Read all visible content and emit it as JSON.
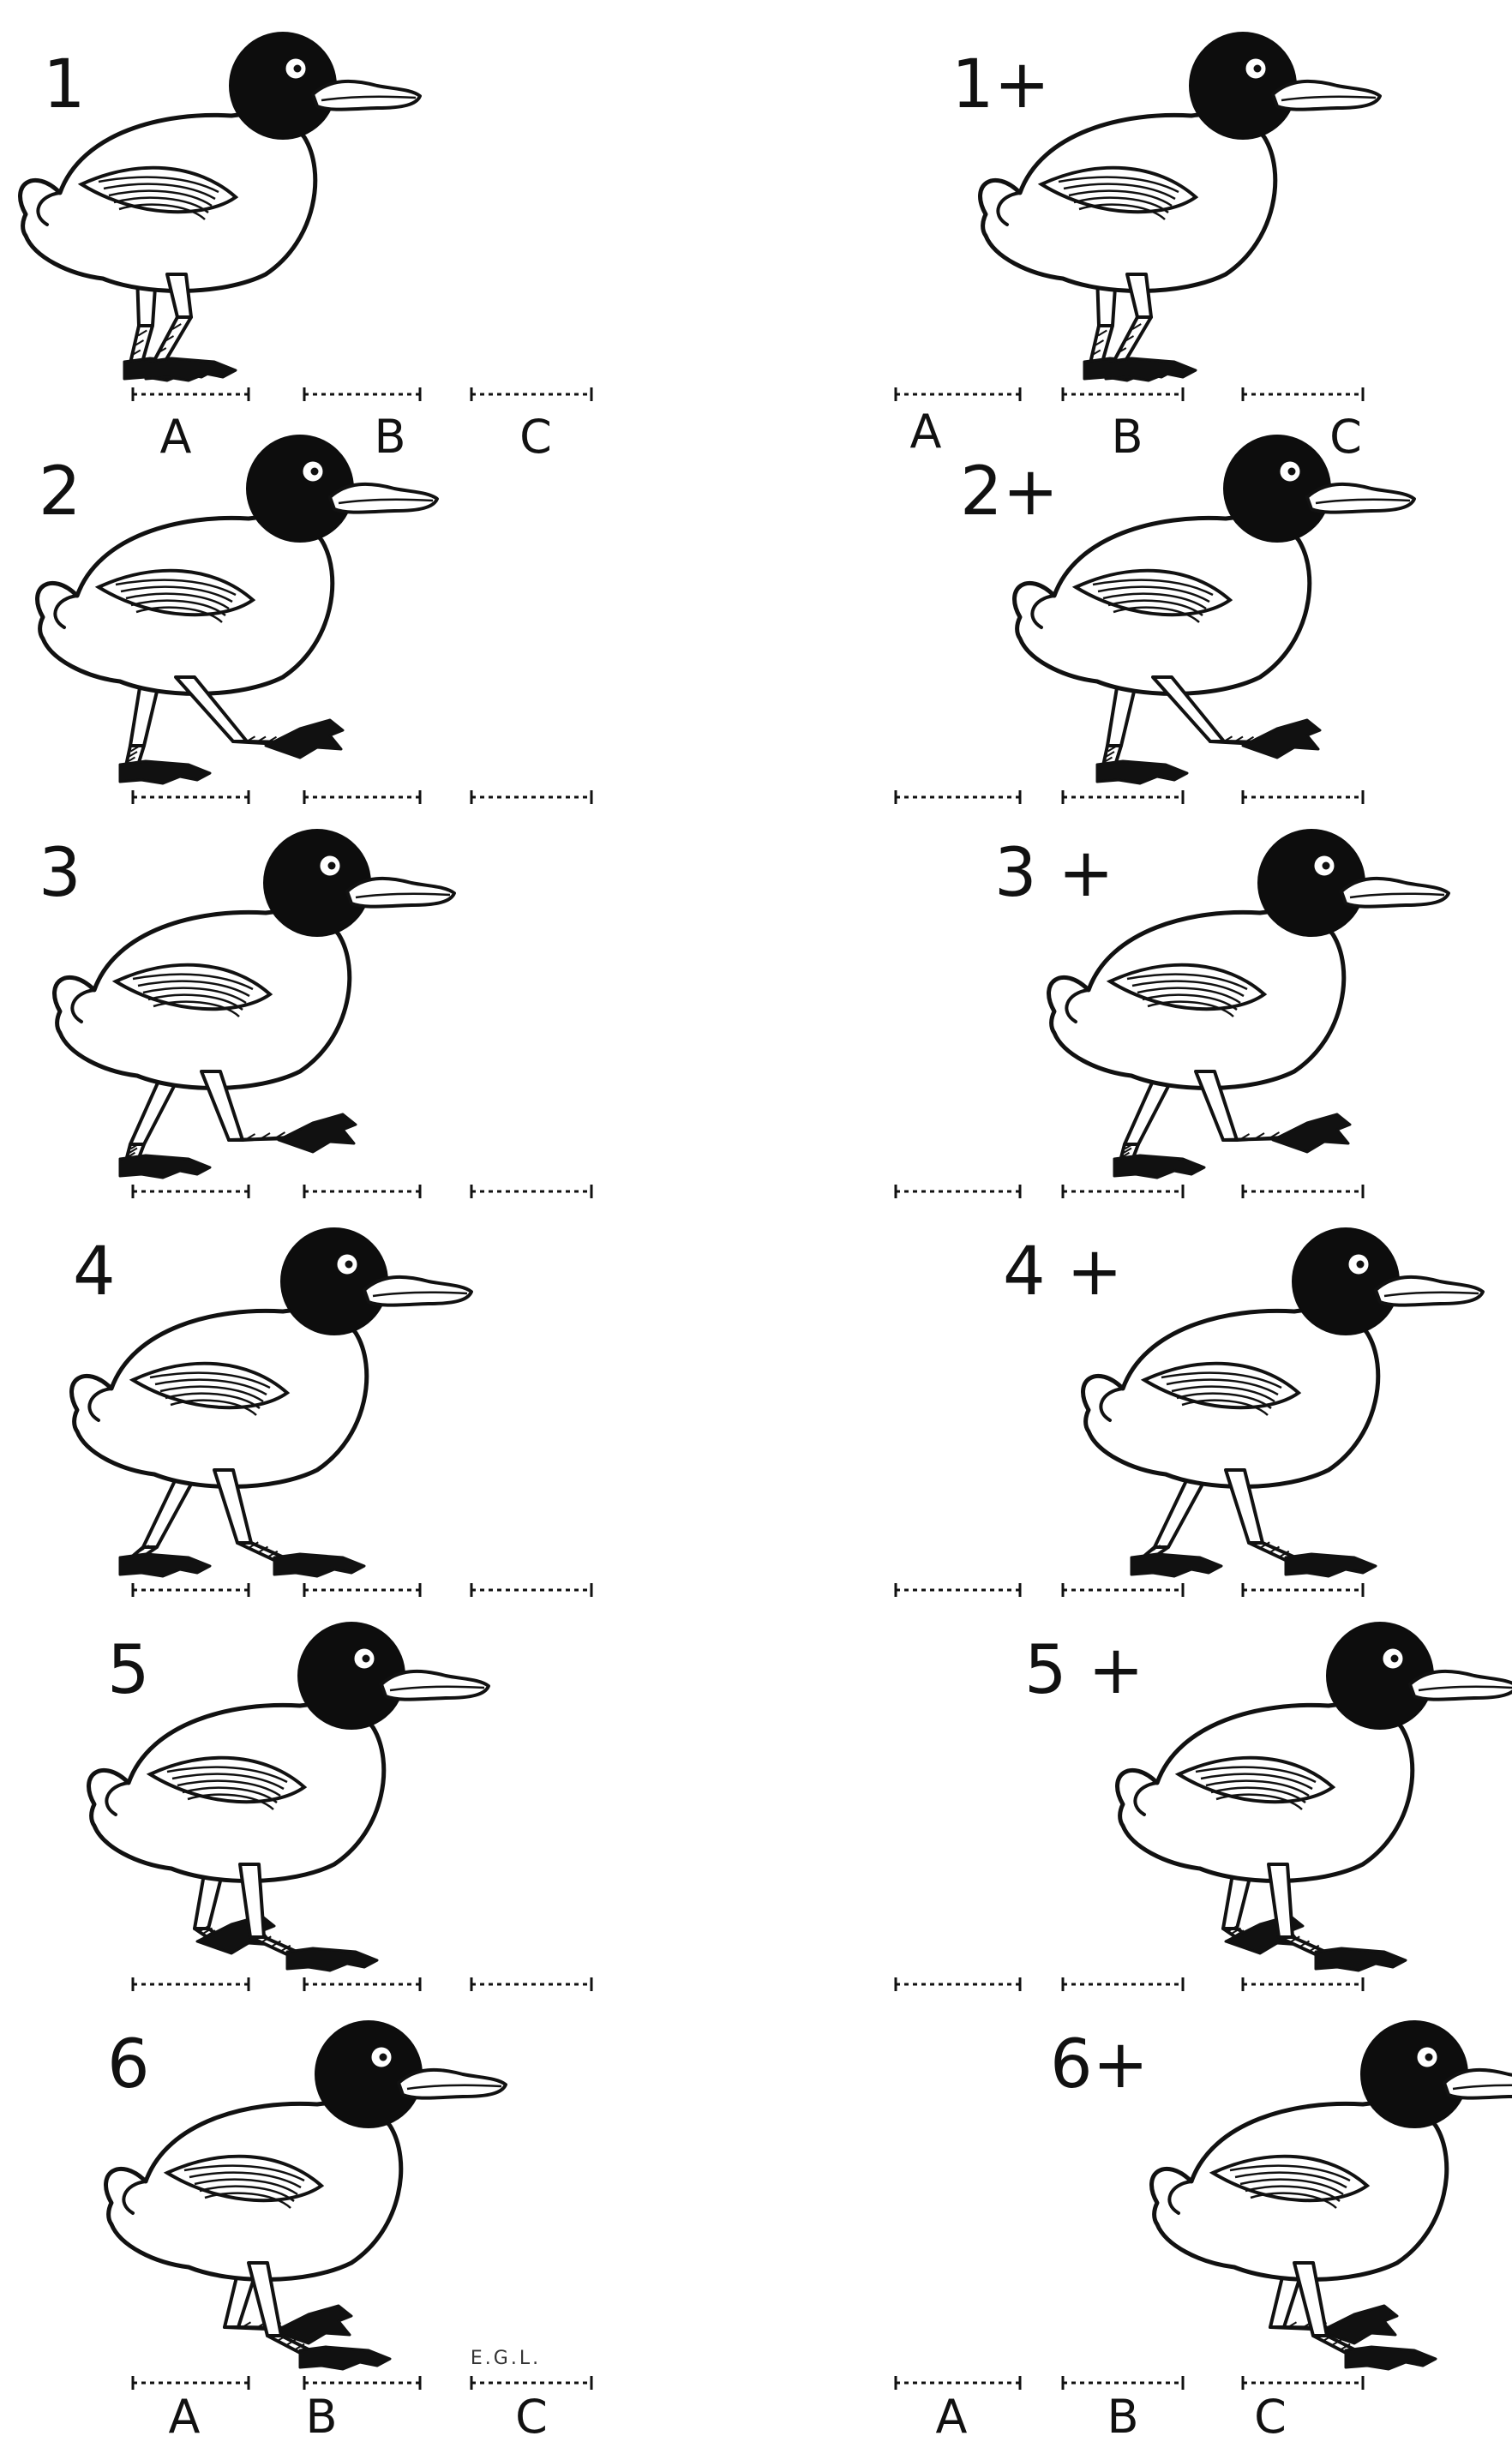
{
  "frames": [
    {
      "label": "1",
      "col": 0,
      "row": 0,
      "pose": 0
    },
    {
      "label": "1+",
      "col": 1,
      "row": 0,
      "pose": 0
    },
    {
      "label": "2",
      "col": 0,
      "row": 1,
      "pose": 1
    },
    {
      "label": "2+",
      "col": 1,
      "row": 1,
      "pose": 1
    },
    {
      "label": "3",
      "col": 0,
      "row": 2,
      "pose": 2
    },
    {
      "label": "3 +",
      "col": 1,
      "row": 2,
      "pose": 2
    },
    {
      "label": "4",
      "col": 0,
      "row": 3,
      "pose": 3
    },
    {
      "label": "4 +",
      "col": 1,
      "row": 3,
      "pose": 3
    },
    {
      "label": "5",
      "col": 0,
      "row": 4,
      "pose": 4
    },
    {
      "label": "5 +",
      "col": 1,
      "row": 4,
      "pose": 4
    },
    {
      "label": "6",
      "col": 0,
      "row": 5,
      "pose": 5
    },
    {
      "label": "6+",
      "col": 1,
      "row": 5,
      "pose": 5
    }
  ],
  "markers": {
    "a": "A",
    "b": "B",
    "c": "C"
  },
  "signature": "E.G.L.",
  "colors": {
    "ink": "#111111",
    "paper": "#ffffff",
    "head": "#0d0d0d"
  }
}
